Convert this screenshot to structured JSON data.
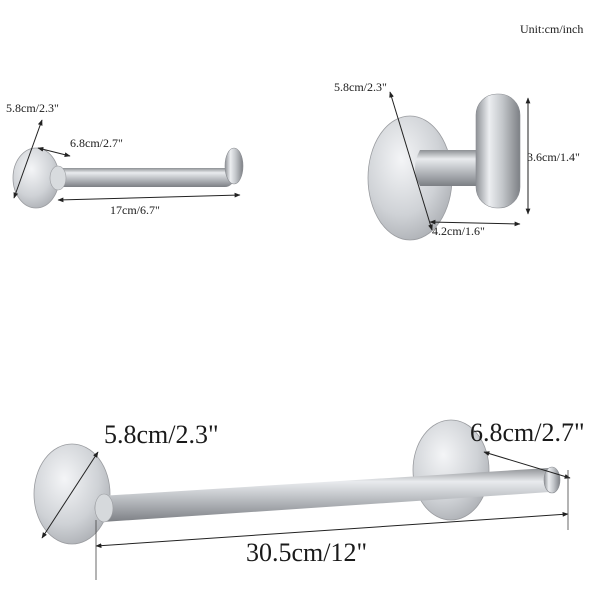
{
  "unit_label": "Unit:cm/inch",
  "paper_holder": {
    "plate_diameter": "5.8cm/2.3\"",
    "depth": "6.8cm/2.7\"",
    "length": "17cm/6.7\""
  },
  "hook": {
    "plate_diameter": "5.8cm/2.3\"",
    "height": "3.6cm/1.4\"",
    "depth": "4.2cm/1.6\""
  },
  "towel_bar": {
    "plate_diameter": "5.8cm/2.3\"",
    "depth": "6.8cm/2.7\"",
    "length": "30.5cm/12\""
  }
}
